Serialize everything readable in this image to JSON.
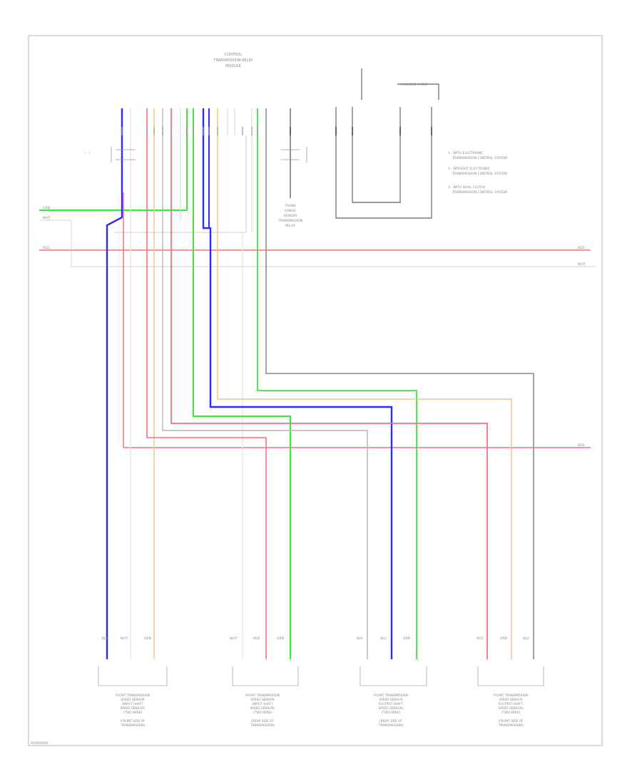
{
  "diagram": {
    "footer_code": "W0000000",
    "main_module": {
      "lines": [
        "CONTROL",
        "TRANSMISSION RELAY",
        "MODULE"
      ]
    },
    "junction_label": {
      "lines": [
        "TRANS",
        "RANGE",
        "SENSOR",
        "TRANSMISSION",
        "RELAY"
      ]
    },
    "top_right_box_label": "SHIELDED CABLE",
    "notes": [
      [
        "1 - WITH ELECTRONIC",
        "TRANSMISSION CONTROL SYSTEM"
      ],
      [
        "2 - WITHOUT ELECTRONIC",
        "TRANSMISSION CONTROL SYSTEM"
      ],
      [
        "3 - WITH DUAL CLUTCH",
        "TRANSMISSION CONTROL SYSTEM"
      ]
    ],
    "bus_labels": {
      "green_left": "GRN",
      "white_left": "WHT",
      "red_left": "RED",
      "red_right": "RED",
      "white_right": "WHT",
      "red_lower_right": "RED"
    },
    "wire_colors": {
      "blue": "#2b2bff",
      "red": "#ff6b7e",
      "green": "#3ae83a",
      "tan": "#e8c98a",
      "gray": "#8c8c8c",
      "light_gray": "#cfcfcf",
      "white": "#e6e6e6"
    },
    "connector_groups": [
      {
        "wire_labels": [
          "BLU",
          "WHT",
          "GRN"
        ],
        "name_lines": [
          "FRONT TRANSMISSION",
          "SPEED SENSOR",
          "(INPUT SHAFT",
          "SPEED SENSOR)",
          "(TWO WIRE)",
          "(FRONT SIDE OF",
          "TRANSMISSION)"
        ]
      },
      {
        "wire_labels": [
          "WHT",
          "RED",
          "GRN"
        ],
        "name_lines": [
          "FRONT TRANSMISSION",
          "SPEED SENSOR",
          "(INPUT SHAFT",
          "SPEED SENSOR)",
          "(TWO WIRE)",
          "(REAR SIDE OF",
          "TRANSMISSION)"
        ]
      },
      {
        "wire_labels": [
          "BLK",
          "BLU",
          "GRN"
        ],
        "name_lines": [
          "FRONT TRANSMISSION",
          "SPEED SENSOR",
          "(OUTPUT SHAFT",
          "SPEED SENSOR)",
          "(TWO WIRE)",
          "(REAR SIDE OF",
          "TRANSMISSION)"
        ]
      },
      {
        "wire_labels": [
          "RED",
          "GRN",
          "BLU"
        ],
        "name_lines": [
          "FRONT TRANSMISSION",
          "SPEED SENSOR",
          "(OUTPUT SHAFT",
          "SPEED SENSOR)",
          "(TWO WIRE)",
          "(FRONT SIDE OF",
          "TRANSMISSION)"
        ]
      }
    ]
  }
}
